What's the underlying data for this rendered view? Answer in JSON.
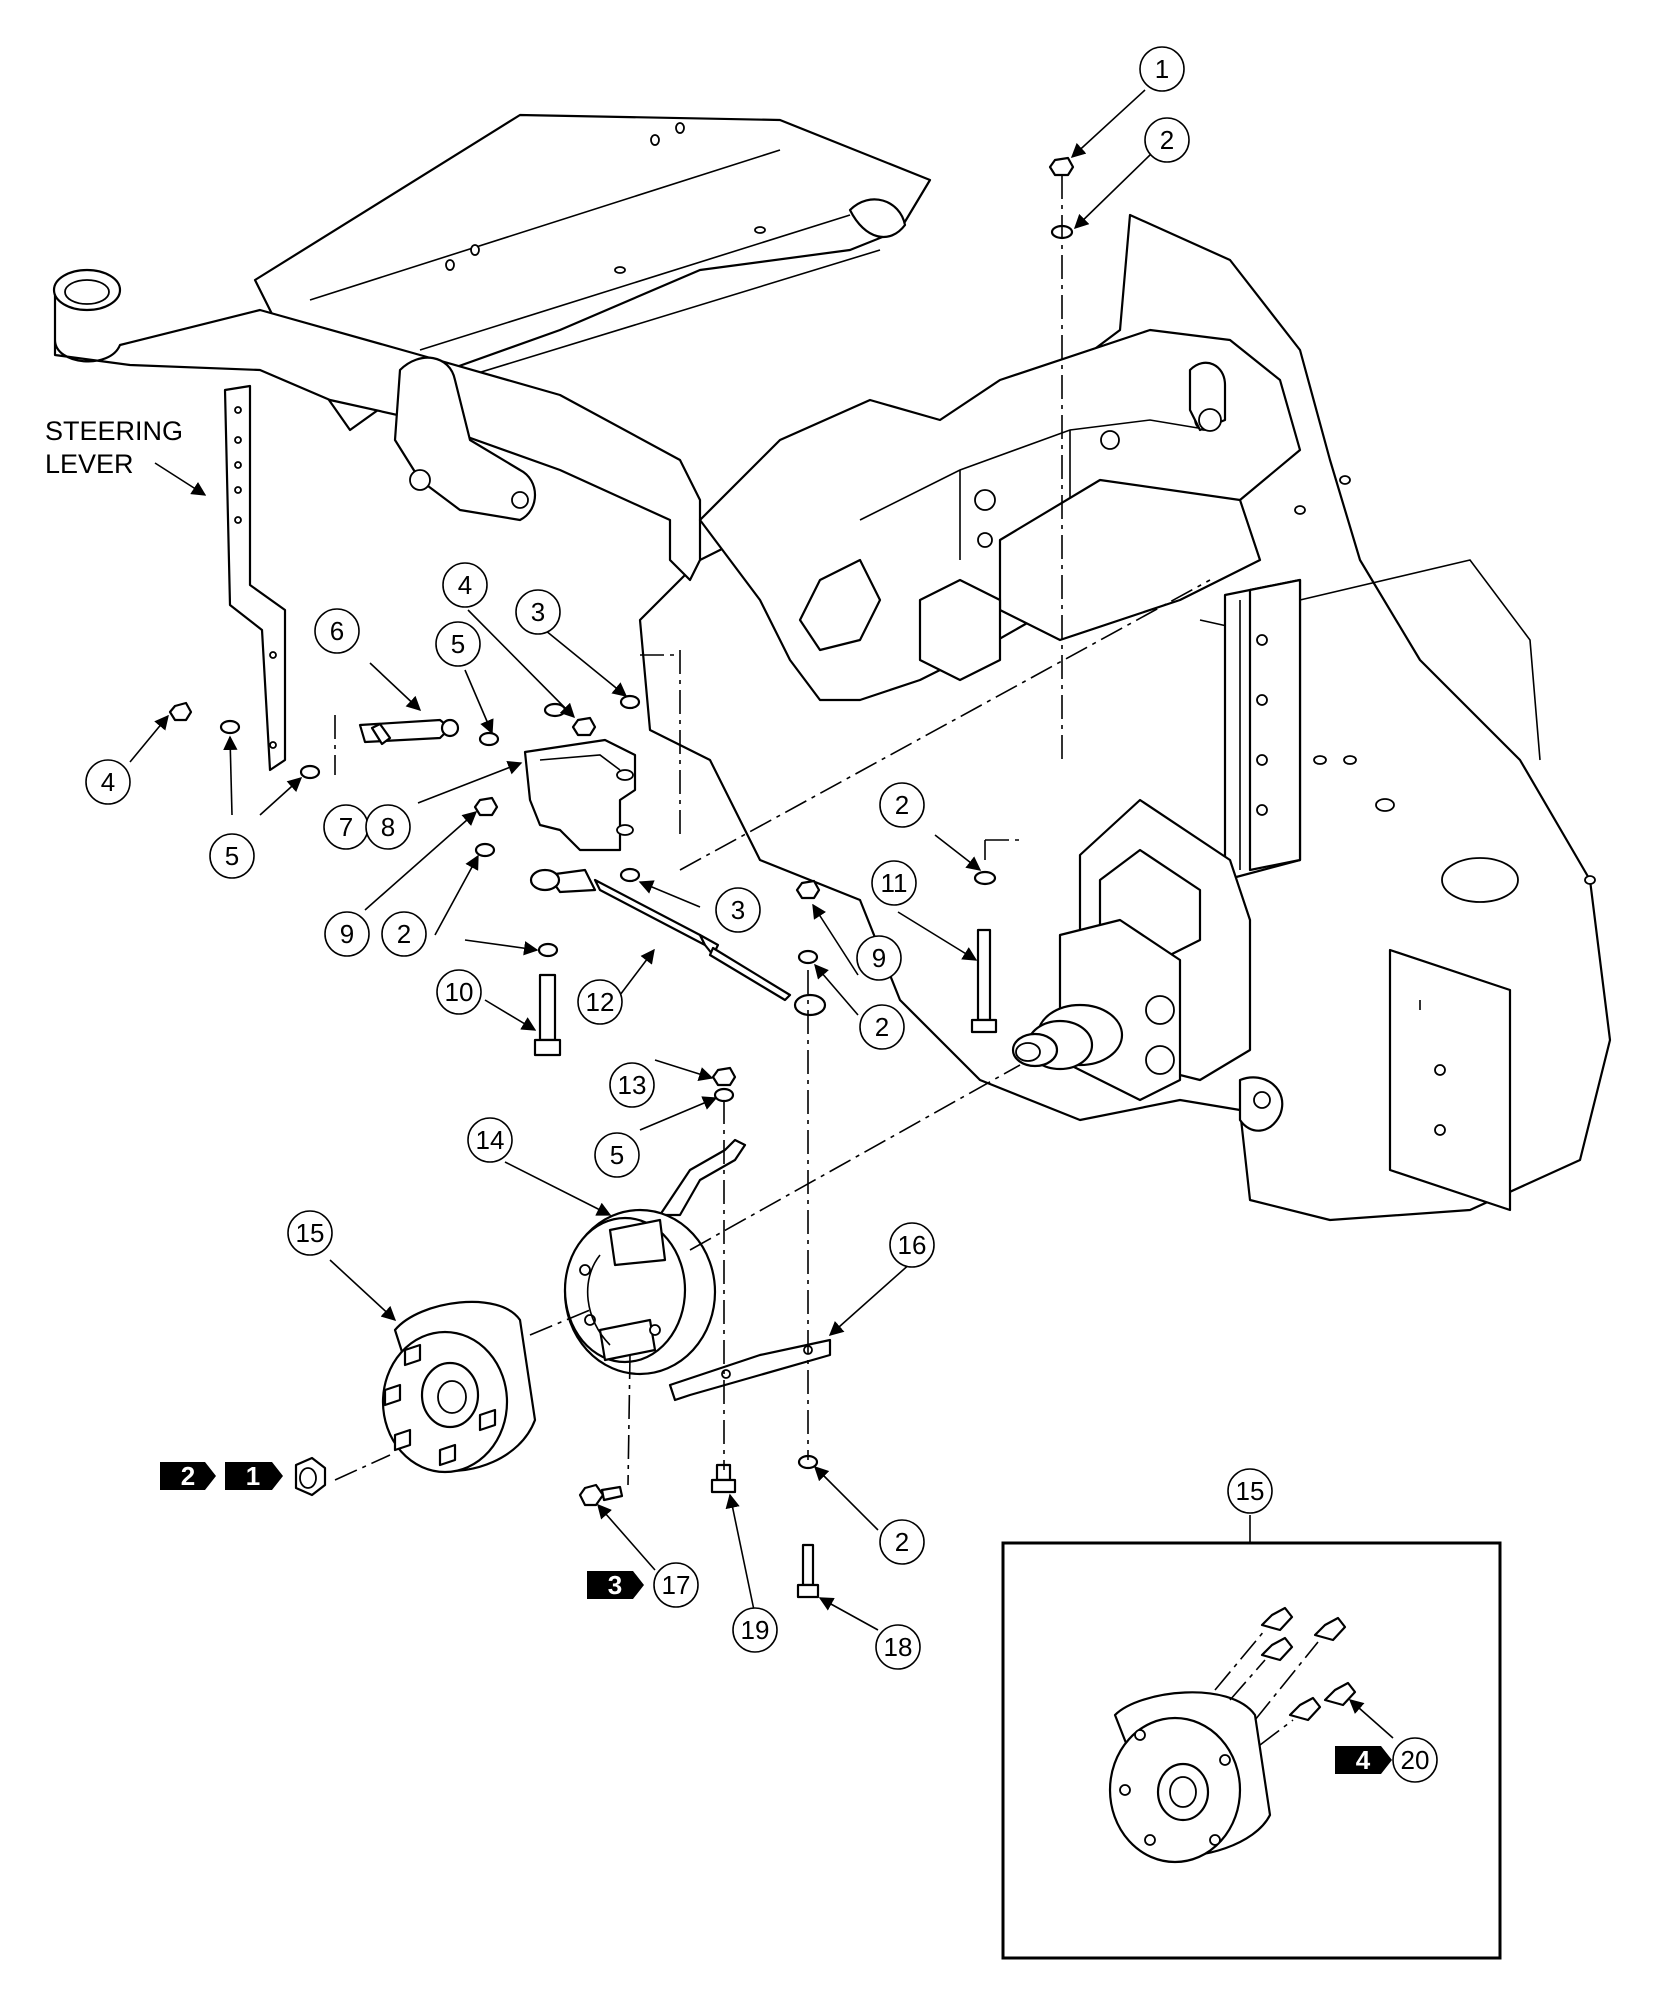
{
  "steering_label": [
    "STEERING",
    "LEVER"
  ],
  "callouts": [
    {
      "id": "c1",
      "num": "1"
    },
    {
      "id": "c2a",
      "num": "2"
    },
    {
      "id": "c3a",
      "num": "3"
    },
    {
      "id": "c4a",
      "num": "4"
    },
    {
      "id": "c5a",
      "num": "5"
    },
    {
      "id": "c6",
      "num": "6"
    },
    {
      "id": "c4b",
      "num": "4"
    },
    {
      "id": "c5b",
      "num": "5"
    },
    {
      "id": "c7",
      "num": "7"
    },
    {
      "id": "c8",
      "num": "8"
    },
    {
      "id": "c9a",
      "num": "9"
    },
    {
      "id": "c2b",
      "num": "2"
    },
    {
      "id": "c3b",
      "num": "3"
    },
    {
      "id": "c10",
      "num": "10"
    },
    {
      "id": "c12",
      "num": "12"
    },
    {
      "id": "c2c",
      "num": "2"
    },
    {
      "id": "c11",
      "num": "11"
    },
    {
      "id": "c9b",
      "num": "9"
    },
    {
      "id": "c2d",
      "num": "2"
    },
    {
      "id": "c13",
      "num": "13"
    },
    {
      "id": "c5c",
      "num": "5"
    },
    {
      "id": "c14",
      "num": "14"
    },
    {
      "id": "c15a",
      "num": "15"
    },
    {
      "id": "c16",
      "num": "16"
    },
    {
      "id": "c2e",
      "num": "2"
    },
    {
      "id": "c17",
      "num": "17"
    },
    {
      "id": "c19",
      "num": "19"
    },
    {
      "id": "c18",
      "num": "18"
    },
    {
      "id": "c15b",
      "num": "15"
    },
    {
      "id": "c20",
      "num": "20"
    }
  ],
  "flags": [
    {
      "id": "f2",
      "num": "2"
    },
    {
      "id": "f1",
      "num": "1"
    },
    {
      "id": "f3",
      "num": "3"
    },
    {
      "id": "f4",
      "num": "4"
    }
  ]
}
